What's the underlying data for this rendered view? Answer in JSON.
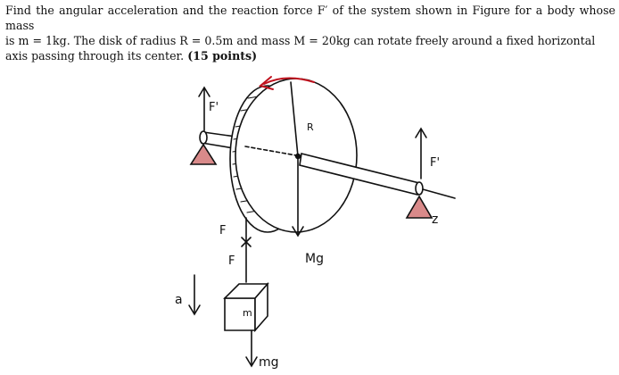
{
  "problem": {
    "line1": "Find the angular acceleration and the reaction force F′ of the system shown in Figure for a body whose mass",
    "line2": "is m = 1kg. The disk of radius R = 0.5m and mass M = 20kg can rotate freely around a fixed horizontal",
    "line3": "axis passing through its center.",
    "points": "(15 points)"
  },
  "figure": {
    "labels": {
      "f_prime_left": "F'",
      "f_prime_right": "F'",
      "radius": "R",
      "z_axis": "z",
      "tension_upper": "F",
      "tension_lower": "F",
      "disk_weight": "Mg",
      "accel": "a",
      "block_mass": "m",
      "block_weight": "mg"
    },
    "colors": {
      "ink": "#111111",
      "pink_shape": "#d98a8a",
      "red_ink": "#c0121e",
      "axle": "#ffffff"
    }
  }
}
